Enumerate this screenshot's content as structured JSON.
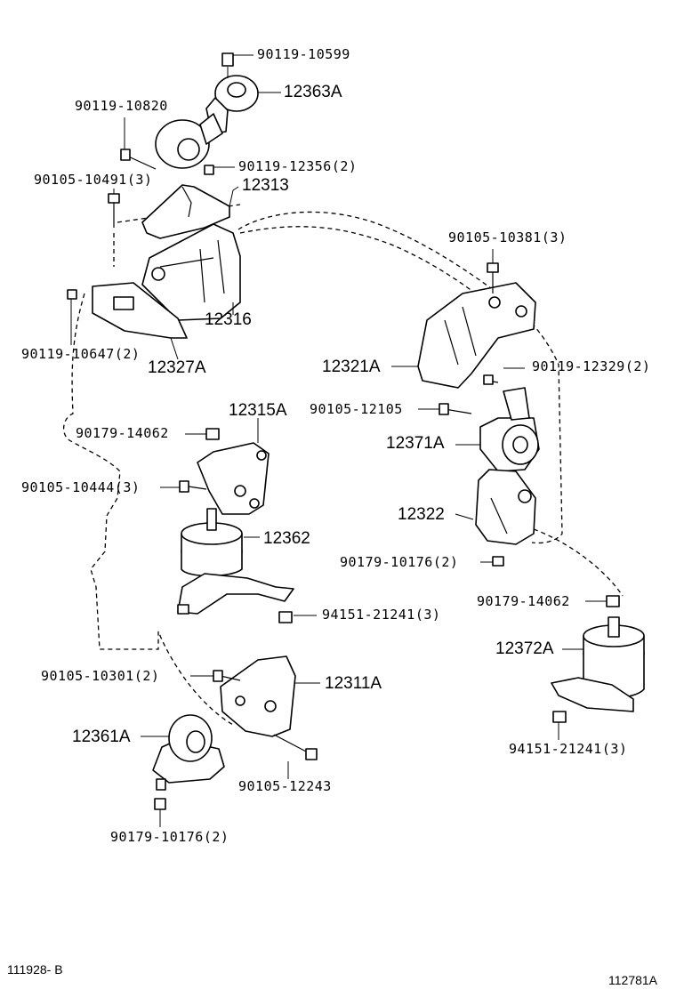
{
  "labels": {
    "p90119_10599": "90119-10599",
    "p12363A": "12363A",
    "p90119_10820": "90119-10820",
    "p90119_12356": "90119-12356(2)",
    "p90105_10491": "90105-10491(3)",
    "p12313": "12313",
    "p90105_10381": "90105-10381(3)",
    "p12316": "12316",
    "p90119_10647": "90119-10647(2)",
    "p12327A": "12327A",
    "p12321A": "12321A",
    "p90119_12329": "90119-12329(2)",
    "p12315A": "12315A",
    "p90105_12105": "90105-12105",
    "p90179_14062_a": "90179-14062",
    "p12371A": "12371A",
    "p90105_10444": "90105-10444(3)",
    "p12322": "12322",
    "p12362": "12362",
    "p90179_10176_a": "90179-10176(2)",
    "p94151_21241_a": "94151-21241(3)",
    "p90179_14062_b": "90179-14062",
    "p12372A": "12372A",
    "p90105_10301": "90105-10301(2)",
    "p12311A": "12311A",
    "p12361A": "12361A",
    "p94151_21241_b": "94151-21241(3)",
    "p90105_12243": "90105-12243",
    "p90179_10176_b": "90179-10176(2)"
  },
  "footer": {
    "left_code": "111928- B",
    "right_code": "112781A"
  }
}
